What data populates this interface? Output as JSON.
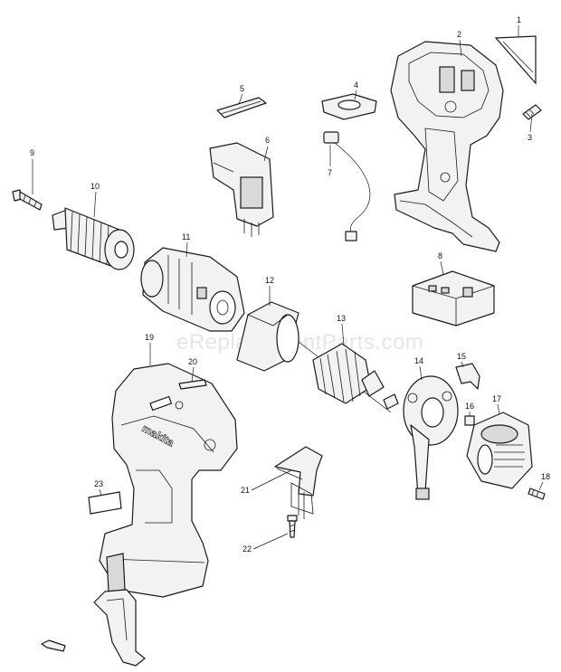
{
  "watermark": "eReplacementParts.com",
  "brand_label": "makita",
  "callouts": [
    {
      "id": "c1",
      "number": "1"
    },
    {
      "id": "c2",
      "number": "2"
    },
    {
      "id": "c3",
      "number": "3"
    },
    {
      "id": "c4",
      "number": "4"
    },
    {
      "id": "c5",
      "number": "5"
    },
    {
      "id": "c6",
      "number": "6"
    },
    {
      "id": "c7",
      "number": "7"
    },
    {
      "id": "c8",
      "number": "8"
    },
    {
      "id": "c9",
      "number": "9"
    },
    {
      "id": "c10",
      "number": "10"
    },
    {
      "id": "c11",
      "number": "11"
    },
    {
      "id": "c12",
      "number": "12"
    },
    {
      "id": "c13",
      "number": "13"
    },
    {
      "id": "c14",
      "number": "14"
    },
    {
      "id": "c15",
      "number": "15"
    },
    {
      "id": "c16",
      "number": "16"
    },
    {
      "id": "c17",
      "number": "17"
    },
    {
      "id": "c18",
      "number": "18"
    },
    {
      "id": "c19",
      "number": "19"
    },
    {
      "id": "c20",
      "number": "20"
    },
    {
      "id": "c21",
      "number": "21"
    },
    {
      "id": "c22",
      "number": "22"
    },
    {
      "id": "c23",
      "number": "23"
    }
  ]
}
